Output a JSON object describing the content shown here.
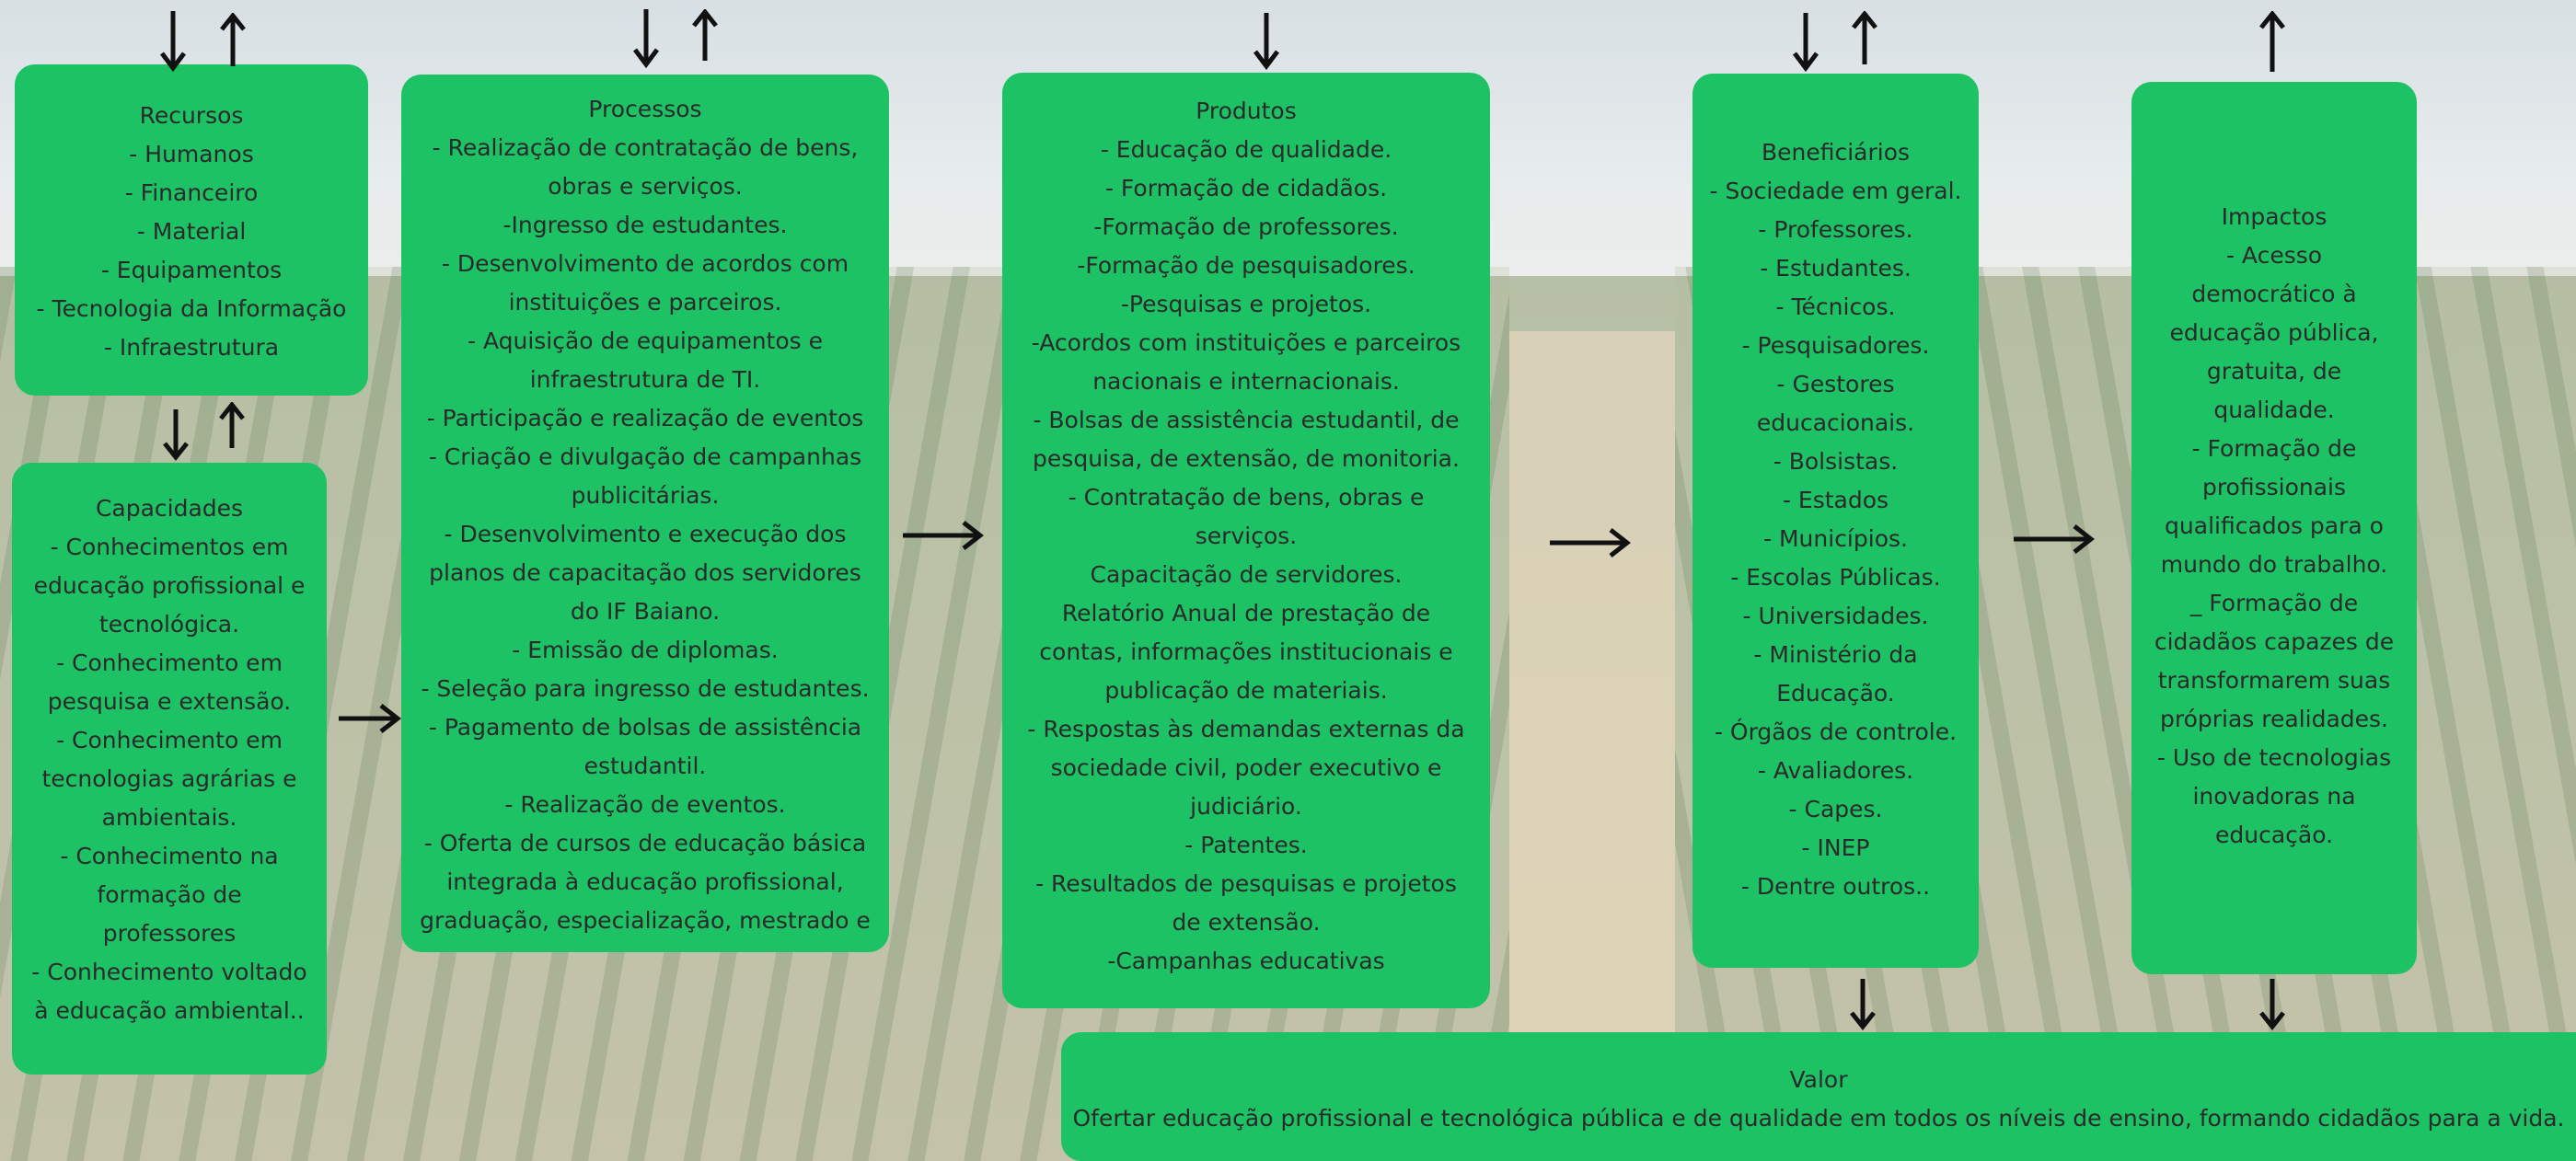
{
  "recursos": {
    "title": "Recursos",
    "lines": [
      "- Humanos",
      "- Financeiro",
      "- Material",
      "- Equipamentos",
      "- Tecnologia da Informação",
      "- Infraestrutura"
    ]
  },
  "capacidades": {
    "title": "Capacidades",
    "lines": [
      "- Conhecimentos em",
      "educação profissional e",
      "tecnológica.",
      "- Conhecimento em",
      "pesquisa e extensão.",
      "- Conhecimento em",
      "tecnologias agrárias e",
      "ambientais.",
      "- Conhecimento na",
      "formação de",
      "professores",
      "- Conhecimento voltado",
      "à educação ambiental.."
    ]
  },
  "processos": {
    "title": "Processos",
    "lines": [
      "- Realização de contratação de bens,",
      "obras e serviços.",
      "-Ingresso de estudantes.",
      "- Desenvolvimento de acordos com",
      "instituições e parceiros.",
      "- Aquisição de equipamentos e",
      "infraestrutura de TI.",
      "- Participação e realização de eventos",
      "- Criação e divulgação de campanhas",
      "publicitárias.",
      "- Desenvolvimento e execução dos",
      "planos de capacitação dos servidores",
      "do IF Baiano.",
      "- Emissão de diplomas.",
      "- Seleção para ingresso de estudantes.",
      "- Pagamento de bolsas de assistência",
      "estudantil.",
      "- Realização de eventos.",
      "- Oferta de cursos de educação básica",
      "integrada à educação profissional,",
      "graduação, especialização, mestrado e"
    ]
  },
  "produtos": {
    "title": "Produtos",
    "lines": [
      "- Educação de qualidade.",
      "- Formação de cidadãos.",
      "-Formação de professores.",
      "-Formação de pesquisadores.",
      "-Pesquisas e projetos.",
      "-Acordos com instituições e parceiros",
      "nacionais e internacionais.",
      "- Bolsas de assistência estudantil, de",
      "pesquisa, de extensão, de monitoria.",
      "- Contratação de bens, obras e",
      "serviços.",
      "Capacitação de servidores.",
      "Relatório Anual de prestação de",
      "contas, informações institucionais e",
      "publicação de materiais.",
      "- Respostas às demandas externas da",
      "sociedade civil, poder executivo e",
      "judiciário.",
      "- Patentes.",
      "- Resultados de pesquisas e projetos",
      "de extensão.",
      "-Campanhas educativas"
    ]
  },
  "beneficiarios": {
    "title": "Beneficiários",
    "lines": [
      "- Sociedade em geral.",
      "- Professores.",
      "- Estudantes.",
      "- Técnicos.",
      "- Pesquisadores.",
      "- Gestores",
      "educacionais.",
      "- Bolsistas.",
      "- Estados",
      "- Municípios.",
      "- Escolas Públicas.",
      "- Universidades.",
      "- Ministério da",
      "Educação.",
      "- Órgãos de controle.",
      "- Avaliadores.",
      "- Capes.",
      "- INEP",
      "- Dentre outros.."
    ]
  },
  "impactos": {
    "title": "Impactos",
    "lines": [
      "- Acesso",
      "democrático à",
      "educação pública,",
      "gratuita, de",
      "qualidade.",
      "- Formação de",
      "profissionais",
      "qualificados para o",
      "mundo do trabalho.",
      "_ Formação de",
      "cidadãos capazes de",
      "transformarem suas",
      "próprias realidades.",
      "- Uso de tecnologias",
      "inovadoras na",
      "educação."
    ]
  },
  "valor": {
    "title": "Valor",
    "lines": [
      "Ofertar educação profissional e tecnológica pública e de qualidade em todos os níveis de ensino, formando cidadãos para a vida."
    ]
  },
  "colors": {
    "box": "#1dc265",
    "text": "#2a2a2a",
    "arrow": "#111111"
  }
}
